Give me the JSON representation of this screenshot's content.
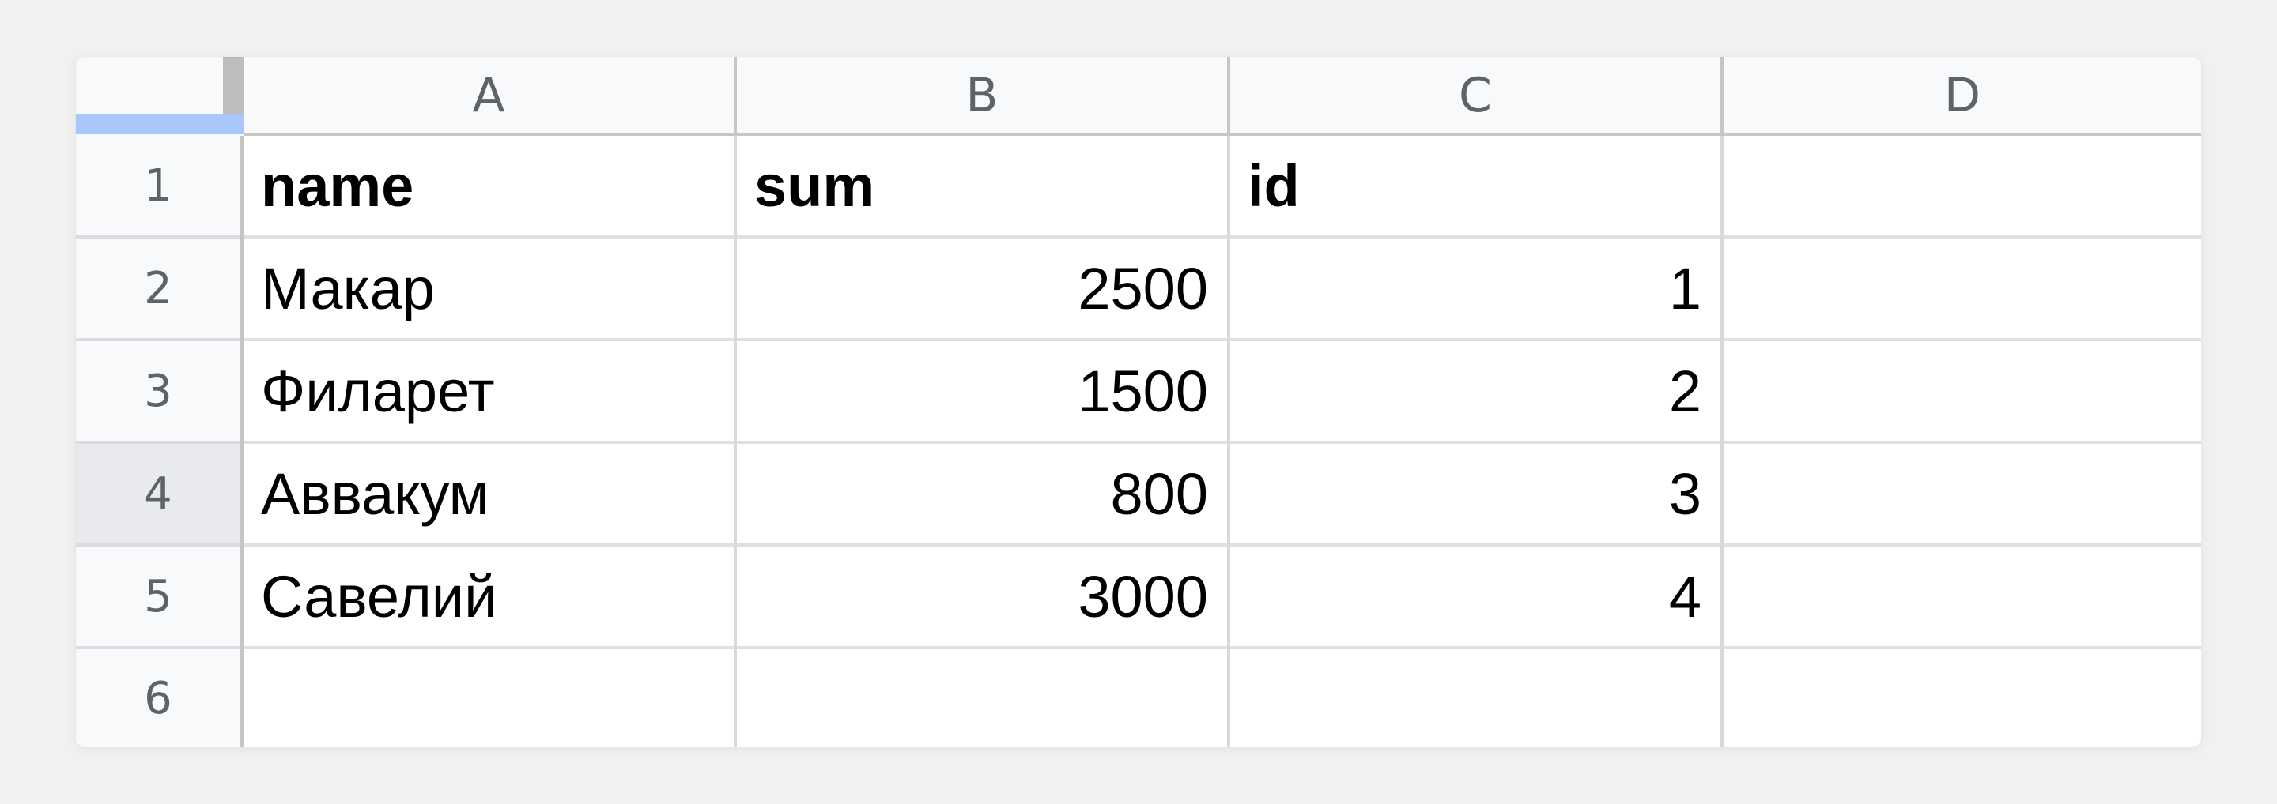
{
  "columns": [
    "A",
    "B",
    "C",
    "D"
  ],
  "rows": [
    "1",
    "2",
    "3",
    "4",
    "5",
    "6"
  ],
  "selected_row": "4",
  "cells": {
    "A1": "name",
    "B1": "sum",
    "C1": "id",
    "A2": "Макар",
    "B2": "2500",
    "C2": "1",
    "A3": "Филарет",
    "B3": "1500",
    "C3": "2",
    "A4": "Аввакум",
    "B4": "800",
    "C4": "3",
    "A5": "Савелий",
    "B5": "3000",
    "C5": "4"
  },
  "colors": {
    "background": "#f1f1f1",
    "header_bg": "#f8f9fa",
    "selected_row_header_bg": "#e8eaed",
    "select_all_accent": "#a8c7fa",
    "gridline": "#e0e0e0"
  }
}
